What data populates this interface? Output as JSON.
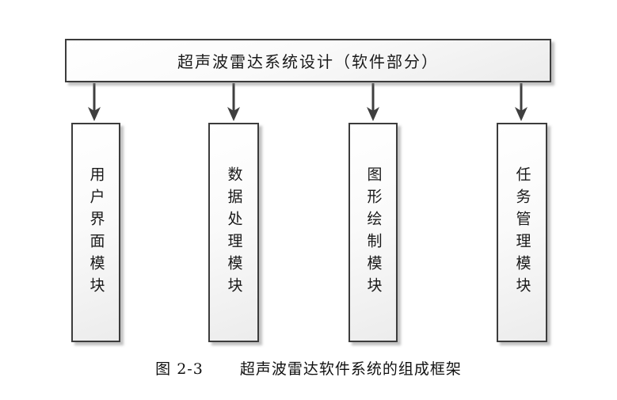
{
  "diagram": {
    "root": {
      "label": "超声波雷达系统设计（软件部分）"
    },
    "modules": [
      {
        "id": "user-interface",
        "label": "用户界面模块"
      },
      {
        "id": "data-processing",
        "label": "数据处理模块"
      },
      {
        "id": "graphics-drawing",
        "label": "图形绘制模块"
      },
      {
        "id": "task-management",
        "label": "任务管理模块"
      }
    ],
    "connections": [
      {
        "from": "root",
        "to": "user-interface",
        "style": "arrow-down"
      },
      {
        "from": "root",
        "to": "data-processing",
        "style": "arrow-down"
      },
      {
        "from": "root",
        "to": "graphics-drawing",
        "style": "arrow-down"
      },
      {
        "from": "root",
        "to": "task-management",
        "style": "arrow-down"
      }
    ],
    "caption": {
      "number": "图 2-3",
      "text": "超声波雷达软件系统的组成框架"
    }
  },
  "colors": {
    "background": "#ffffff",
    "box_border": "#3c3c3c",
    "box_fill_top": "#ffffff",
    "box_fill_bottom": "#ececec",
    "box_shadow": "#9a9a9a",
    "arrow": "#3f3f3f",
    "text": "#1a1a1a"
  }
}
